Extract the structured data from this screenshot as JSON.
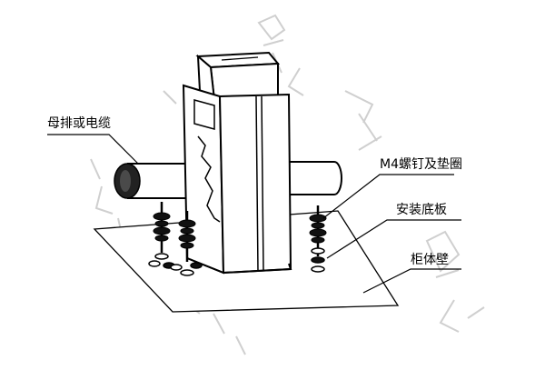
{
  "labels": {
    "busbar_or_cable": "母排或电缆",
    "m4_screw_and_washer": "M4螺钉及垫圈",
    "mounting_plate": "安装底板",
    "cabinet_wall": "柜体壁"
  },
  "colors": {
    "line": "#000000",
    "fill": "#ffffff",
    "watermark": "#cfcfcf"
  }
}
